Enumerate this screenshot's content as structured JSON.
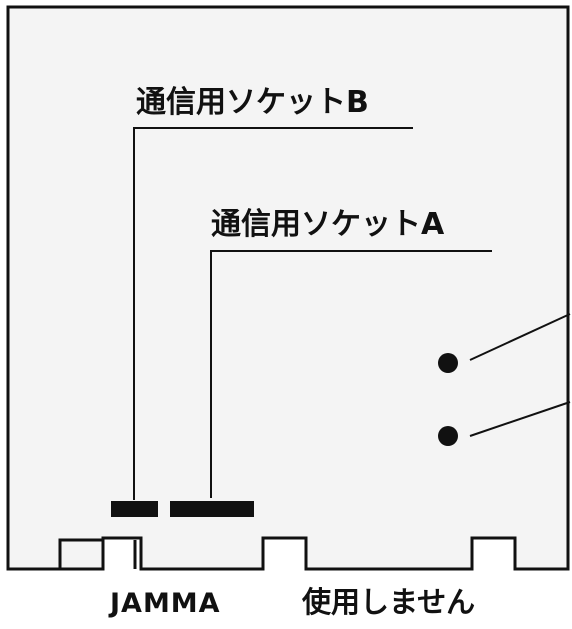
{
  "labels": {
    "socket_b": "通信用ソケットB",
    "socket_a": "通信用ソケットA",
    "jamma": "JAMMA",
    "unused": "使用しません"
  },
  "colors": {
    "board_fill": "#f4f4f4",
    "ink": "#111111",
    "page_background": "#ffffff"
  }
}
